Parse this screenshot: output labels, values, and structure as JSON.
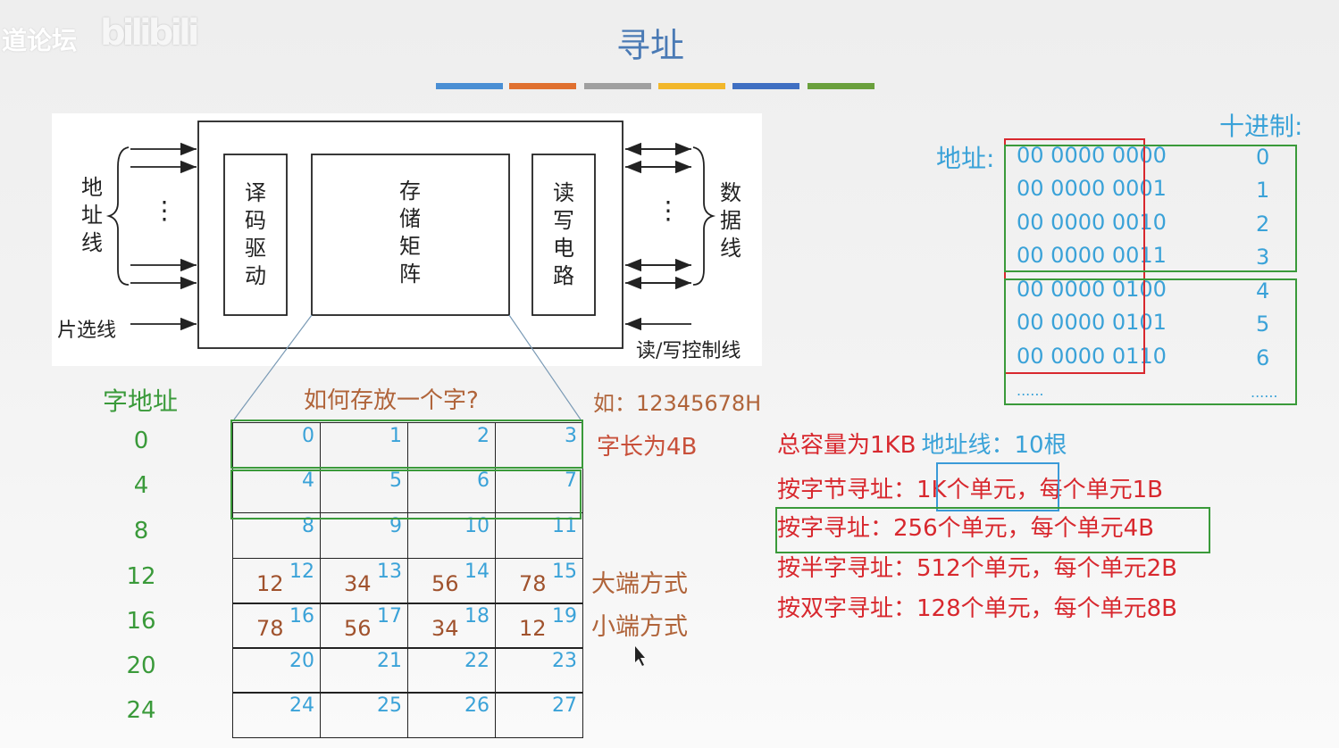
{
  "watermark": {
    "text": "道论坛",
    "logo": "bilibili"
  },
  "title": "寻址",
  "colors": {
    "bar": [
      "#4a8fd4",
      "#e0702f",
      "#a0a0a0",
      "#f2b72a",
      "#3f6fc2",
      "#6aa03c"
    ]
  },
  "diagram": {
    "address_lines": "地址线",
    "decoder": "译码驱动",
    "matrix": "存储矩阵",
    "rw_circuit": "读写电路",
    "data_lines": "数据线",
    "chip_select": "片选线",
    "rw_control": "读/写控制线",
    "dots": "⋮"
  },
  "table": {
    "word_addr_header": "字地址",
    "question": "如何存放一个字?",
    "example": "如：12345678H",
    "word_len": "字长为4B",
    "big_endian": "大端方式",
    "little_endian": "小端方式",
    "word_addrs": [
      "0",
      "4",
      "8",
      "12",
      "16",
      "20",
      "24"
    ],
    "rows": [
      [
        {
          "n": "0"
        },
        {
          "n": "1"
        },
        {
          "n": "2"
        },
        {
          "n": "3"
        }
      ],
      [
        {
          "n": "4"
        },
        {
          "n": "5"
        },
        {
          "n": "6"
        },
        {
          "n": "7"
        }
      ],
      [
        {
          "n": "8"
        },
        {
          "n": "9"
        },
        {
          "n": "10"
        },
        {
          "n": "11"
        }
      ],
      [
        {
          "n": "12",
          "b": "12"
        },
        {
          "n": "13",
          "b": "34"
        },
        {
          "n": "14",
          "b": "56"
        },
        {
          "n": "15",
          "b": "78"
        }
      ],
      [
        {
          "n": "16",
          "b": "78"
        },
        {
          "n": "17",
          "b": "56"
        },
        {
          "n": "18",
          "b": "34"
        },
        {
          "n": "19",
          "b": "12"
        }
      ],
      [
        {
          "n": "20"
        },
        {
          "n": "21"
        },
        {
          "n": "22"
        },
        {
          "n": "23"
        }
      ],
      [
        {
          "n": "24"
        },
        {
          "n": "25"
        },
        {
          "n": "26"
        },
        {
          "n": "27"
        }
      ]
    ]
  },
  "address_list": {
    "decimal_header": "十进制:",
    "addr_label": "地址:",
    "addresses": [
      "00 0000 0000",
      "00 0000 0001",
      "00 0000 0010",
      "00 0000 0011",
      "00 0000 0100",
      "00 0000 0101",
      "00 0000 0110",
      "......"
    ],
    "decimals": [
      "0",
      "1",
      "2",
      "3",
      "4",
      "5",
      "6",
      "......"
    ]
  },
  "notes": {
    "capacity": "总容量为1KB",
    "addr_lines": "地址线：10根",
    "byte_prefix": "按字节寻址：",
    "byte_units": "1K个单元",
    "byte_suffix": "，每个单元1B",
    "word": "按字寻址：256个单元，每个单元4B",
    "halfword": "按半字寻址：512个单元，每个单元2B",
    "dword": "按双字寻址：128个单元，每个单元8B"
  }
}
